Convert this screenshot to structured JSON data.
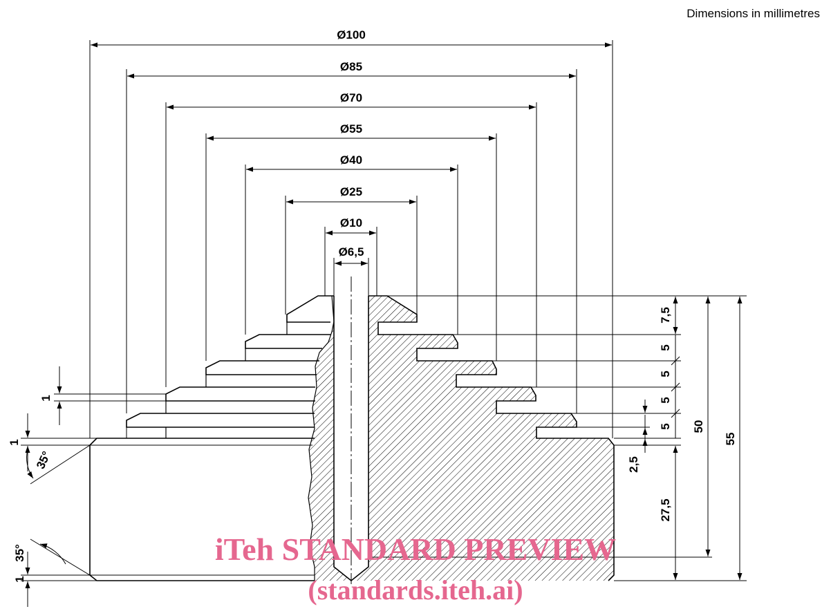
{
  "units_note": "Dimensions in millimetres",
  "diameters": [
    "Ø100",
    "Ø85",
    "Ø70",
    "Ø55",
    "Ø40",
    "Ø25",
    "Ø10",
    "Ø6,5"
  ],
  "right_dims": [
    "7,5",
    "5",
    "5",
    "5",
    "5",
    "2,5",
    "27,5",
    "50",
    "55"
  ],
  "left_dims": {
    "step_thickness": "1",
    "top_chamfer_depth": "1",
    "top_chamfer_angle": "35°",
    "bottom_chamfer_angle": "35°",
    "bottom_chamfer_depth": "1"
  },
  "watermark": {
    "line1": "iTeh STANDARD PREVIEW",
    "line2": "(standards.iteh.ai)"
  }
}
